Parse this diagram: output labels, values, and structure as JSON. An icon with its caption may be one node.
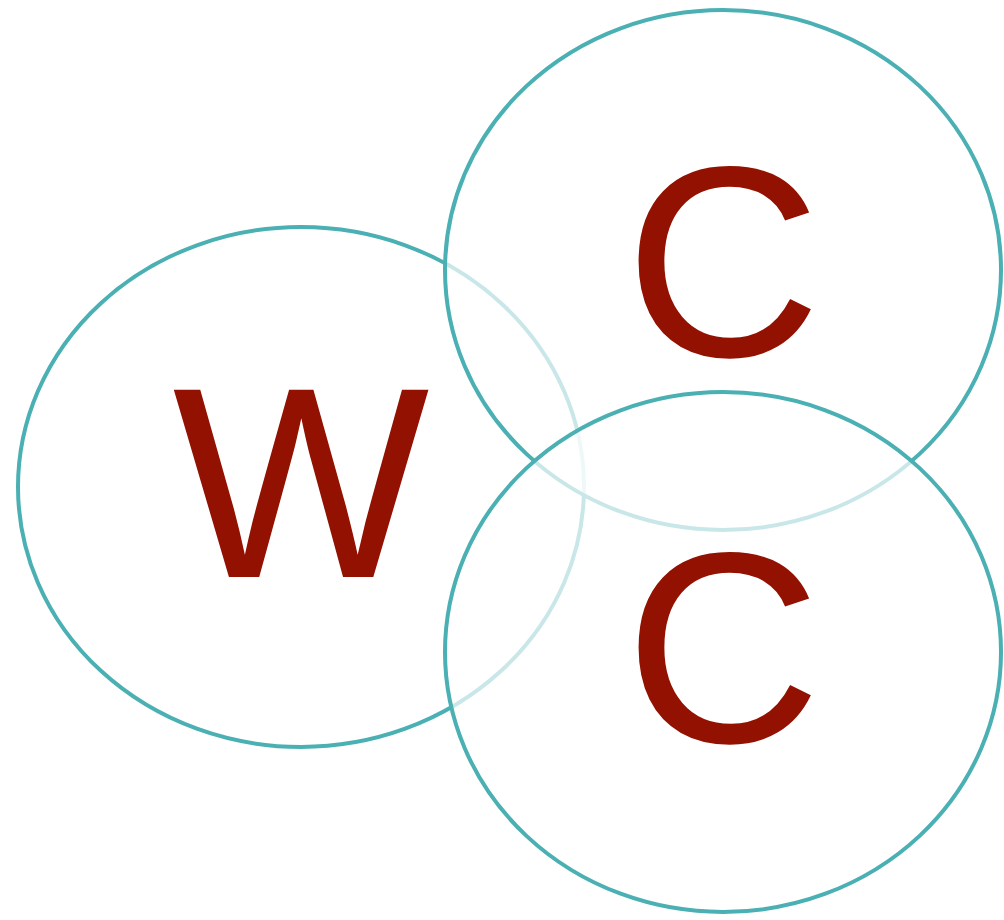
{
  "diagram": {
    "nodes": [
      {
        "text": [
          "W"
        ]
      },
      {
        "text": [
          "C"
        ]
      },
      {
        "text": [
          "C"
        ]
      }
    ]
  }
}
